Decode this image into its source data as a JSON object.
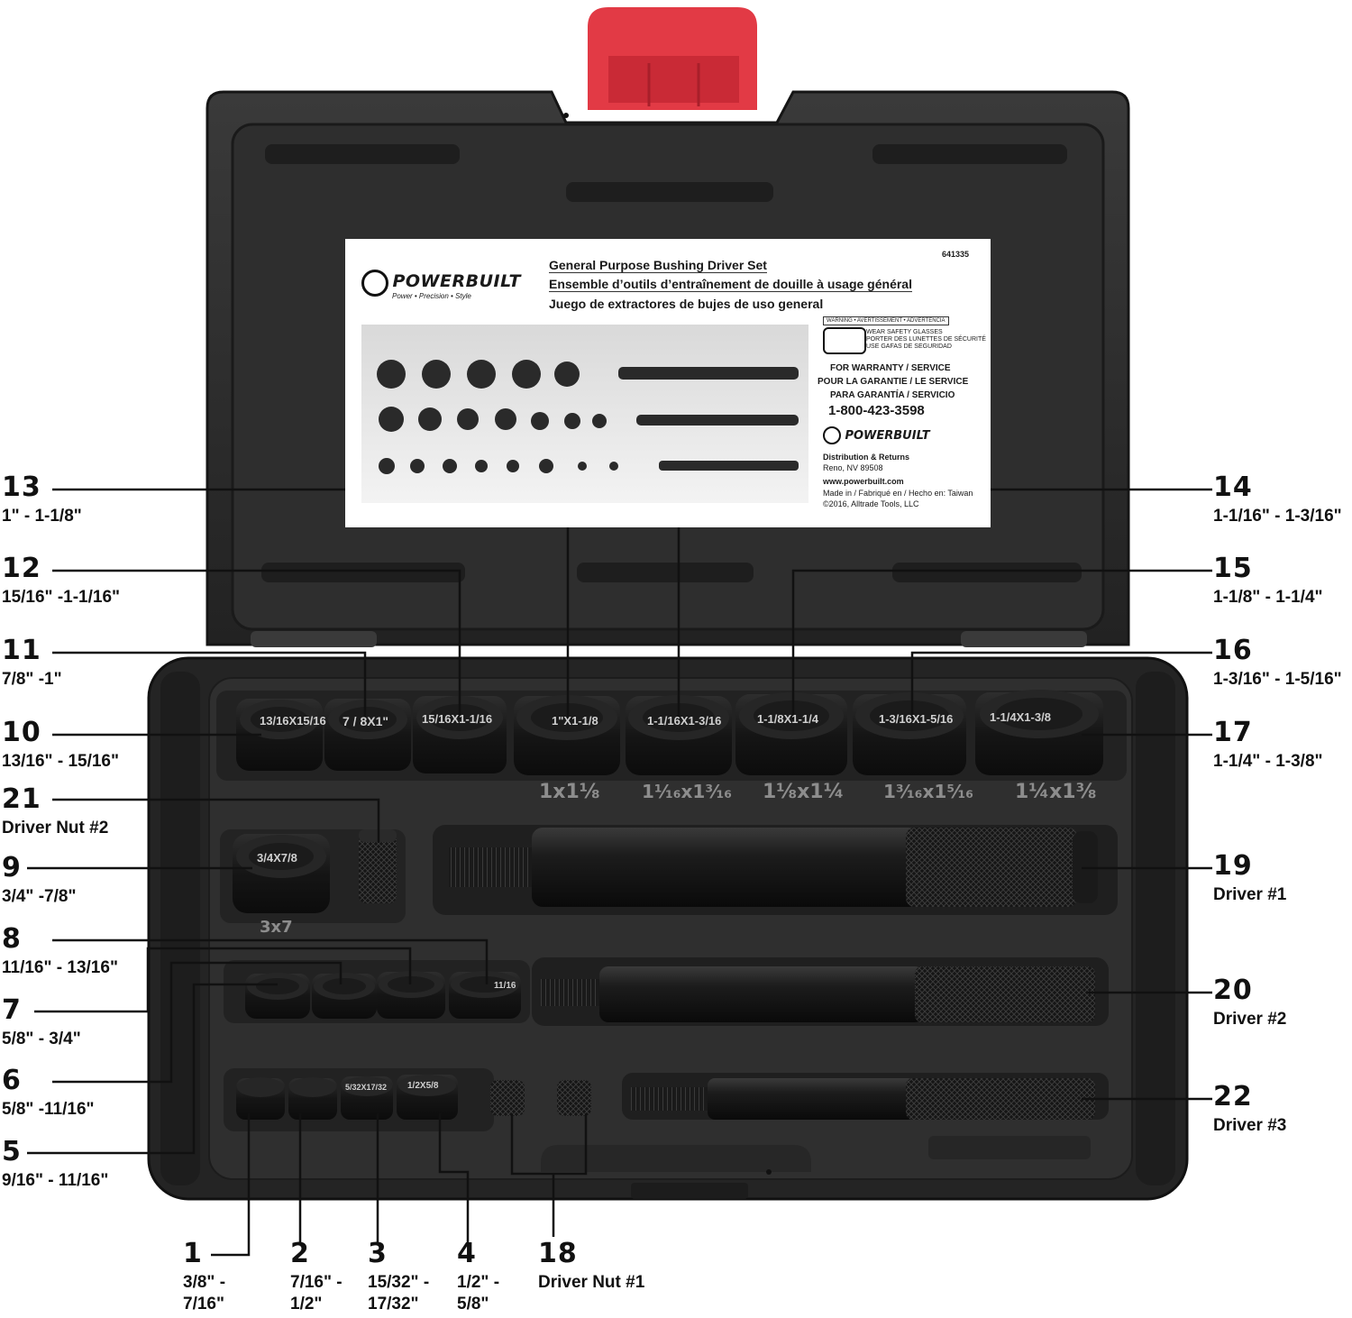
{
  "product_label": {
    "brand": "POWERBUILT",
    "tagline": "Power • Precision • Style",
    "part_number": "641335",
    "title_en": "General Purpose Bushing Driver Set",
    "title_fr": "Ensemble d’outils d’entraînement de douille à usage général",
    "title_es": "Juego de extractores de bujes de uso general",
    "warning_header": "WARNING • AVERTISSEMENT • ADVERTENCIA",
    "safety_en": "WEAR SAFETY GLASSES",
    "safety_fr": "PORTER DES LUNETTES DE SÉCURITÉ",
    "safety_es": "USE GAFAS DE SEGURIDAD",
    "warranty_en": "FOR WARRANTY / SERVICE",
    "warranty_fr": "POUR LA GARANTIE / LE SERVICE",
    "warranty_es": "PARA GARANTÍA / SERVICIO",
    "phone": "1-800-423-3598",
    "distribution": "Distribution & Returns",
    "city": "Reno, NV 89508",
    "website": "www.powerbuilt.com",
    "made_in": "Made in / Fabriqué en / Hecho en: Taiwan",
    "copyright": "©2016, Alltrade Tools, LLC"
  },
  "callouts": [
    {
      "num": "13",
      "size": "1\" - 1-1/8\""
    },
    {
      "num": "12",
      "size": "15/16\" -1-1/16\""
    },
    {
      "num": "11",
      "size": "7/8\" -1\""
    },
    {
      "num": "10",
      "size": "13/16\" - 15/16\""
    },
    {
      "num": "21",
      "size": "Driver Nut #2"
    },
    {
      "num": "9",
      "size": "3/4\" -7/8\""
    },
    {
      "num": "8",
      "size": "11/16\" - 13/16\""
    },
    {
      "num": "7",
      "size": "5/8\" - 3/4\""
    },
    {
      "num": "6",
      "size": "5/8\" -11/16\""
    },
    {
      "num": "5",
      "size": "9/16\" - 11/16\""
    },
    {
      "num": "14",
      "size": "1-1/16\" - 1-3/16\""
    },
    {
      "num": "15",
      "size": "1-1/8\" - 1-1/4\""
    },
    {
      "num": "16",
      "size": "1-3/16\" - 1-5/16\""
    },
    {
      "num": "17",
      "size": "1-1/4\" - 1-3/8\""
    },
    {
      "num": "19",
      "size": "Driver #1"
    },
    {
      "num": "20",
      "size": "Driver #2"
    },
    {
      "num": "22",
      "size": "Driver #3"
    },
    {
      "num": "1",
      "size": "3/8\" -",
      "size2": "7/16\""
    },
    {
      "num": "2",
      "size": "7/16\" -",
      "size2": "1/2\""
    },
    {
      "num": "3",
      "size": "15/32\" -",
      "size2": "17/32\""
    },
    {
      "num": "4",
      "size": "1/2\" -",
      "size2": "5/8\""
    },
    {
      "num": "18",
      "size": "Driver Nut #1"
    }
  ],
  "ring_markings": [
    "13/16X15/16",
    "7 / 8X1\"",
    "15/16X1-1/16",
    "1\"X1-1/8",
    "1-1/16X1-3/16",
    "1-1/8X1-1/4",
    "1-3/16X1-5/16",
    "1-1/4X1-3/8",
    "3/4X7/8",
    "11/16",
    "5/32X17/32",
    "1/2X5/8"
  ],
  "tray_etchings": [
    "1x1⅛",
    "1¹⁄₁₆x1³⁄₁₆",
    "1⅛x1¼",
    "1³⁄₁₆x1⁵⁄₁₆",
    "1¼x1⅜",
    "3x7"
  ],
  "colors": {
    "case": "#2a2a2a",
    "latch": "#e8333f",
    "bushing": "#1b1b1b",
    "label_bg": "#ffffff"
  }
}
